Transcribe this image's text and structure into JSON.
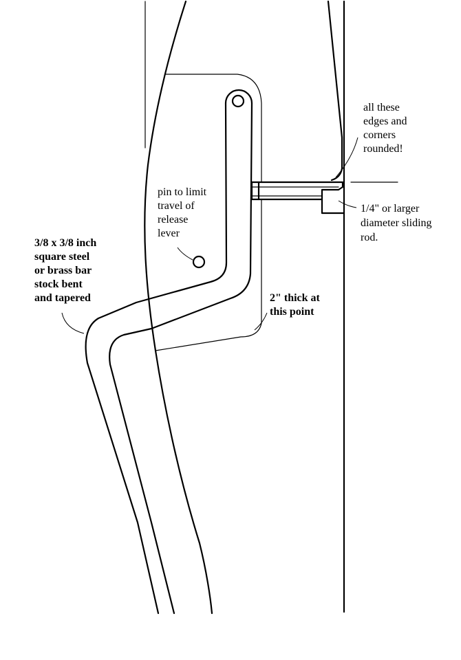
{
  "labels": {
    "rounded": [
      "all these",
      "edges and",
      "corners",
      "rounded!"
    ],
    "pin": [
      "pin to limit",
      "travel of",
      "release",
      "lever"
    ],
    "bar_stock": [
      "3/8 x 3/8 inch",
      "square steel",
      "or brass bar",
      "stock bent",
      "and tapered"
    ],
    "thickness": [
      "2\" thick at",
      "this point"
    ],
    "rod": [
      "1/4\" or larger",
      "diameter sliding",
      "rod."
    ]
  }
}
